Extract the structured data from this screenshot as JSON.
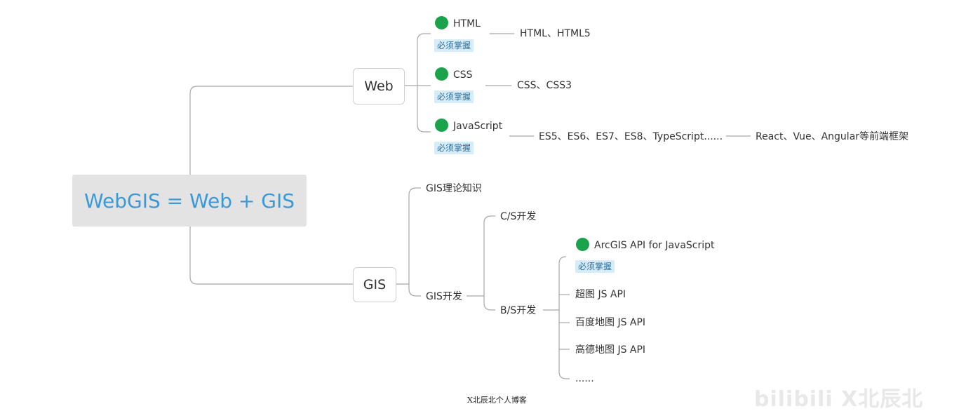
{
  "root": "WebGIS = Web + GIS",
  "web": {
    "label": "Web",
    "items": [
      {
        "name": "HTML",
        "tag": "必须掌握",
        "detail": "HTML、HTML5"
      },
      {
        "name": "CSS",
        "tag": "必须掌握",
        "detail": "CSS、CSS3"
      },
      {
        "name": "JavaScript",
        "tag": "必须掌握",
        "detail": "ES5、ES6、ES7、ES8、TypeScript......",
        "detail2": "React、Vue、Angular等前端框架"
      }
    ]
  },
  "gis": {
    "label": "GIS",
    "theory": "GIS理论知识",
    "dev": "GIS开发",
    "cs": "C/S开发",
    "bs": "B/S开发",
    "bs_items": [
      {
        "name": "ArcGIS API for JavaScript",
        "tag": "必须掌握"
      },
      {
        "name": "超图 JS API"
      },
      {
        "name": "百度地图 JS API"
      },
      {
        "name": "高德地图 JS API"
      },
      {
        "name": "......"
      }
    ]
  },
  "footer": "X北辰北个人博客",
  "watermark": "bilibili X北辰北",
  "colors": {
    "root_text": "#3a9ad9",
    "root_bg": "#e3e3e3",
    "dot": "#1aa34a",
    "tag_bg": "#d6ecf9",
    "line": "#a8a8a8"
  }
}
